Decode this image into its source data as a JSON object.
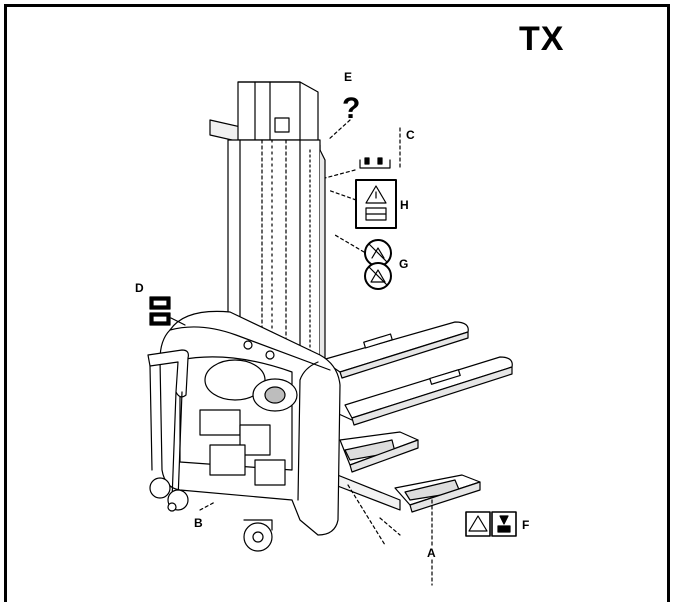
{
  "model": "TX",
  "labels": {
    "a": "A",
    "b": "B",
    "c": "C",
    "d": "D",
    "e": "E",
    "f": "F",
    "g": "G",
    "h": "H"
  },
  "colors": {
    "ink": "#000000",
    "paper": "#ffffff",
    "shade": "#bdbdbd"
  },
  "icons": [
    "question-mark-icon",
    "warning-triangle-icon",
    "crossed-circle-icon",
    "capacity-plate-icon"
  ]
}
